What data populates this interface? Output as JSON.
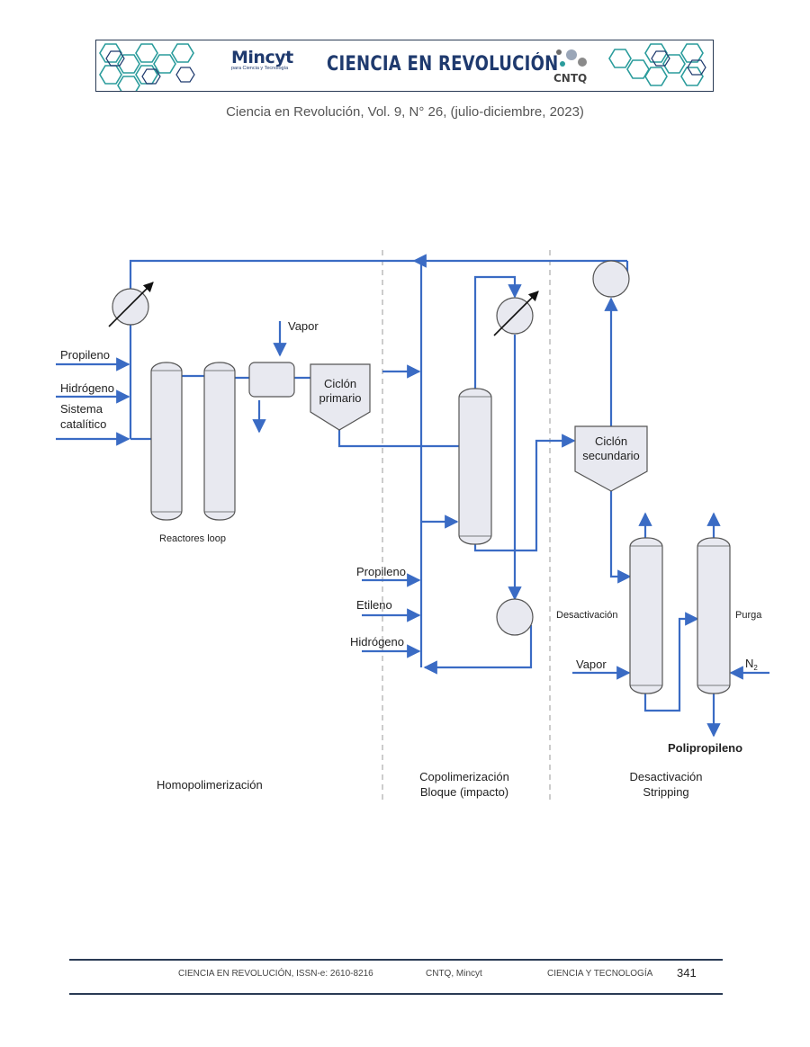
{
  "header": {
    "mincyt_logo": "Mincyt",
    "mincyt_tagline": "para Ciencia y Tecnología",
    "title": "CIENCIA EN REVOLUCIÓN",
    "cntq_logo": "CNTQ",
    "subtitle": "Ciencia en Revolución, Vol. 9, N° 26, (julio-diciembre, 2023)"
  },
  "diagram": {
    "inputs_left": [
      "Propileno",
      "Hidrógeno",
      "Sistema",
      "catalítico"
    ],
    "vapor_top": "Vapor",
    "reactors_label": "Reactores loop",
    "cyclone_primary": [
      "Ciclón",
      "primario"
    ],
    "inputs_mid": [
      "Propileno",
      "Etileno",
      "Hidrógeno"
    ],
    "cyclone_secondary": [
      "Ciclón",
      "secundario"
    ],
    "desactivacion_label": "Desactivación",
    "purga_label": "Purga",
    "vapor_right": "Vapor",
    "n2_label": "N",
    "n2_sub": "2",
    "product_label": "Polipropileno",
    "sections": {
      "homo": "Homopolimerización",
      "copo": [
        "Copolimerización",
        "Bloque (impacto)"
      ],
      "desact": [
        "Desactivación",
        "Stripping"
      ]
    },
    "colors": {
      "line": "#3a6bc4",
      "vessel_fill": "#e8e9f0",
      "vessel_stroke": "#555555"
    }
  },
  "footer": {
    "journal": "CIENCIA EN REVOLUCIÓN, ISSN-e: 2610-8216",
    "org": "CNTQ, Mincyt",
    "area": "CIENCIA Y TECNOLOGÍA",
    "page": "341"
  }
}
